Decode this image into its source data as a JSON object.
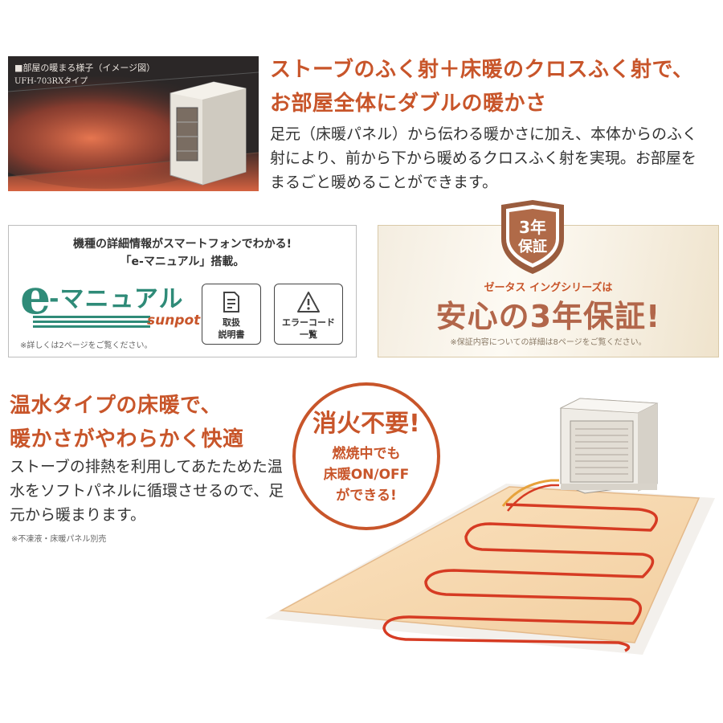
{
  "room_photo": {
    "caption": "■部屋の暖まる様子（イメージ図）",
    "model": "UFH-703RXタイプ"
  },
  "section1": {
    "title_line1": "ストーブのふく射＋床暖のクロスふく射で、",
    "title_line2": "お部屋全体にダブルの暖かさ",
    "body": "足元（床暖パネル）から伝わる暖かさに加え、本体からのふく射により、前から下から暖めるクロスふく射を実現。お部屋をまるごと暖めることができます。"
  },
  "emanual": {
    "line1": "機種の詳細情報がスマートフォンでわかる!",
    "line2": "「e-マニュアル」搭載。",
    "logo_e": "e",
    "logo_text": "-マニュアル",
    "logo_brand": "sunpot",
    "button1": "取扱\n説明書",
    "button2": "エラーコード\n一覧",
    "note": "※詳しくは2ページをご覧ください。"
  },
  "warranty": {
    "shield_line1": "3年",
    "shield_line2": "保証",
    "subtitle": "ゼータス イングシリーズは",
    "headline_a": "安心の",
    "headline_b": "3年保証!",
    "note": "※保証内容についての詳細は8ページをご覧ください。"
  },
  "section2": {
    "title_line1": "温水タイプの床暖で、",
    "title_line2": "暖かさがやわらかく快適",
    "body": "ストーブの排熱を利用してあたためた温水をソフトパネルに循環させるので、足元から暖まります。",
    "note": "※不凍液・床暖パネル別売"
  },
  "badge": {
    "title": "消火不要!",
    "line1": "燃焼中でも",
    "line2": "床暖ON/OFF",
    "line3": "ができる!"
  },
  "colors": {
    "accent": "#c8552a",
    "warranty_text": "#b2664a",
    "panel": "#f6dbb4",
    "pipe": "#d63b23"
  }
}
